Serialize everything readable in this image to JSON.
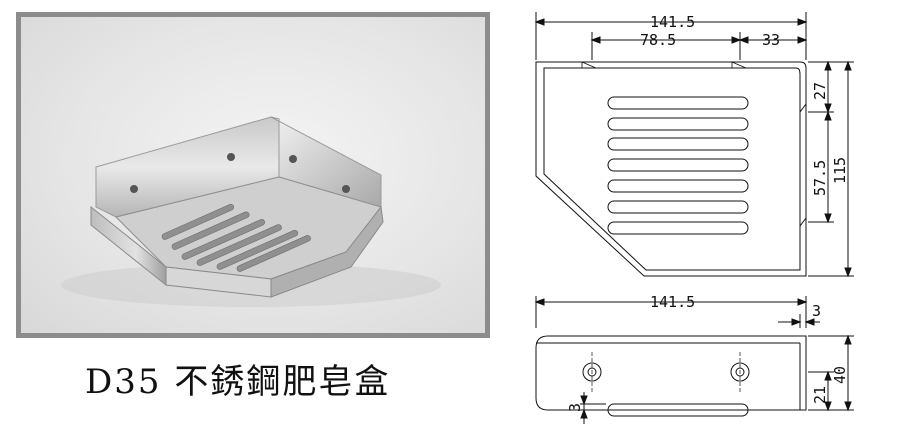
{
  "caption": "D35 不銹鋼肥皂盒",
  "product_photo": "stainless steel corner soap dish photo",
  "top_view": {
    "overall_width": "141.5",
    "inner_width": "78.5",
    "side_width": "33",
    "top_offset": "27",
    "inner_depth": "57.5",
    "overall_depth": "115",
    "slot_count": 7
  },
  "front_view": {
    "overall_width": "141.5",
    "wall_thickness": "3",
    "hole_height": "21",
    "overall_height": "40",
    "base_thickness": "3"
  }
}
